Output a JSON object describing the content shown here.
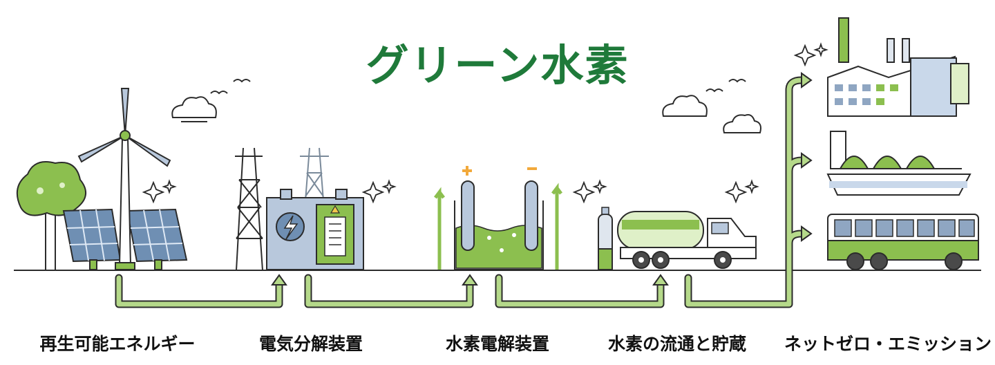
{
  "title": "グリーン水素",
  "stages": [
    {
      "label": "再生可能エネルギー"
    },
    {
      "label": "電気分解装置"
    },
    {
      "label": "水素電解装置"
    },
    {
      "label": "水素の流通と貯蔵"
    },
    {
      "label": "ネットゼロ・エミッション"
    }
  ],
  "colors": {
    "title": "#1f7a3a",
    "accent_green": "#8cbf4f",
    "light_green": "#dff0c8",
    "outline": "#2b2b2b",
    "steel_blue": "#b8c8dc",
    "panel_blue": "#6f8fb3"
  },
  "icons": [
    "tree-icon",
    "solar-panel-icon",
    "wind-turbine-icon",
    "power-tower-icon",
    "transformer-icon",
    "electrolyzer-icon",
    "hydrogen-truck-icon",
    "gas-cylinder-icon",
    "factory-icon",
    "lng-ship-icon",
    "bus-icon",
    "cloud-icon",
    "sparkle-icon",
    "bird-icon"
  ]
}
